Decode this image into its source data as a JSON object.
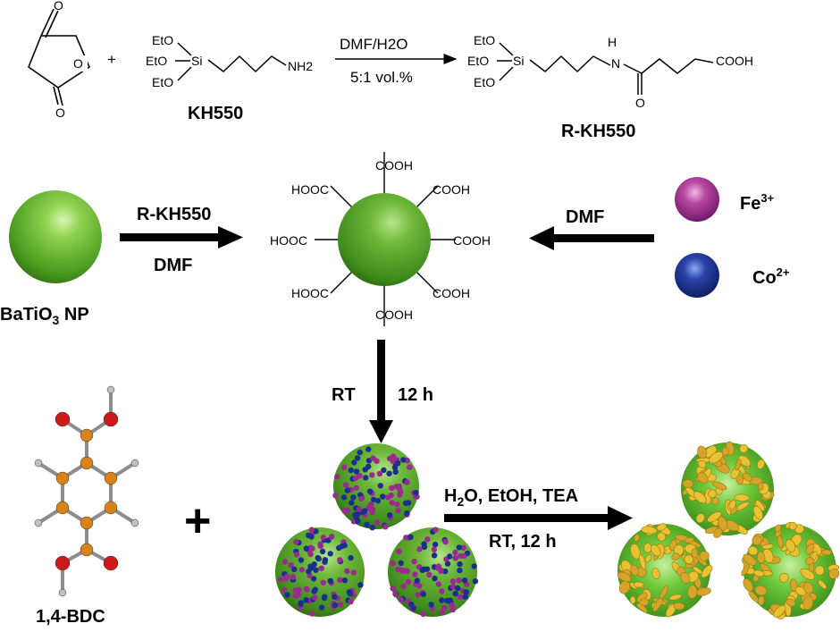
{
  "reaction1": {
    "reagent_groups": [
      "EtO",
      "EtO",
      "EtO"
    ],
    "si": "Si",
    "amine": "NH2",
    "plus": "+",
    "ring_oxygen": "O",
    "carbonyl_oxygen": "O",
    "reagent_name": "KH550",
    "conditions_top": "DMF/H2O",
    "conditions_bottom": "5:1 vol.%",
    "product_nh": "H",
    "product_n": "N",
    "product_acid": "COOH",
    "product_o": "O",
    "product_name": "R-KH550"
  },
  "step2": {
    "nanoparticle_label": "BaTiO3 NP",
    "arrow_top": "R-KH550",
    "arrow_bottom": "DMF",
    "cooh_groups": [
      "COOH",
      "COOH",
      "COOH",
      "COOH",
      "HOOC",
      "HOOC",
      "HOOC",
      "COOH"
    ],
    "right_arrow_label": "DMF",
    "ion1": "Fe3+",
    "ion2": "Co2+"
  },
  "step3": {
    "down_left": "RT",
    "down_right": "12 h"
  },
  "step4": {
    "linker_label": "1,4-BDC",
    "plus": "+",
    "arrow_top": "H2O, EtOH, TEA",
    "arrow_bottom": "RT, 12 h"
  },
  "colors": {
    "batio3": "#5fb32a",
    "fe_ion": "#9b2a8f",
    "co_ion": "#1a2f8c",
    "shell": "#e8c233",
    "carbon": "#d7821a",
    "oxygen": "#cc1a1a",
    "hydrogen": "#bfbfbf"
  }
}
